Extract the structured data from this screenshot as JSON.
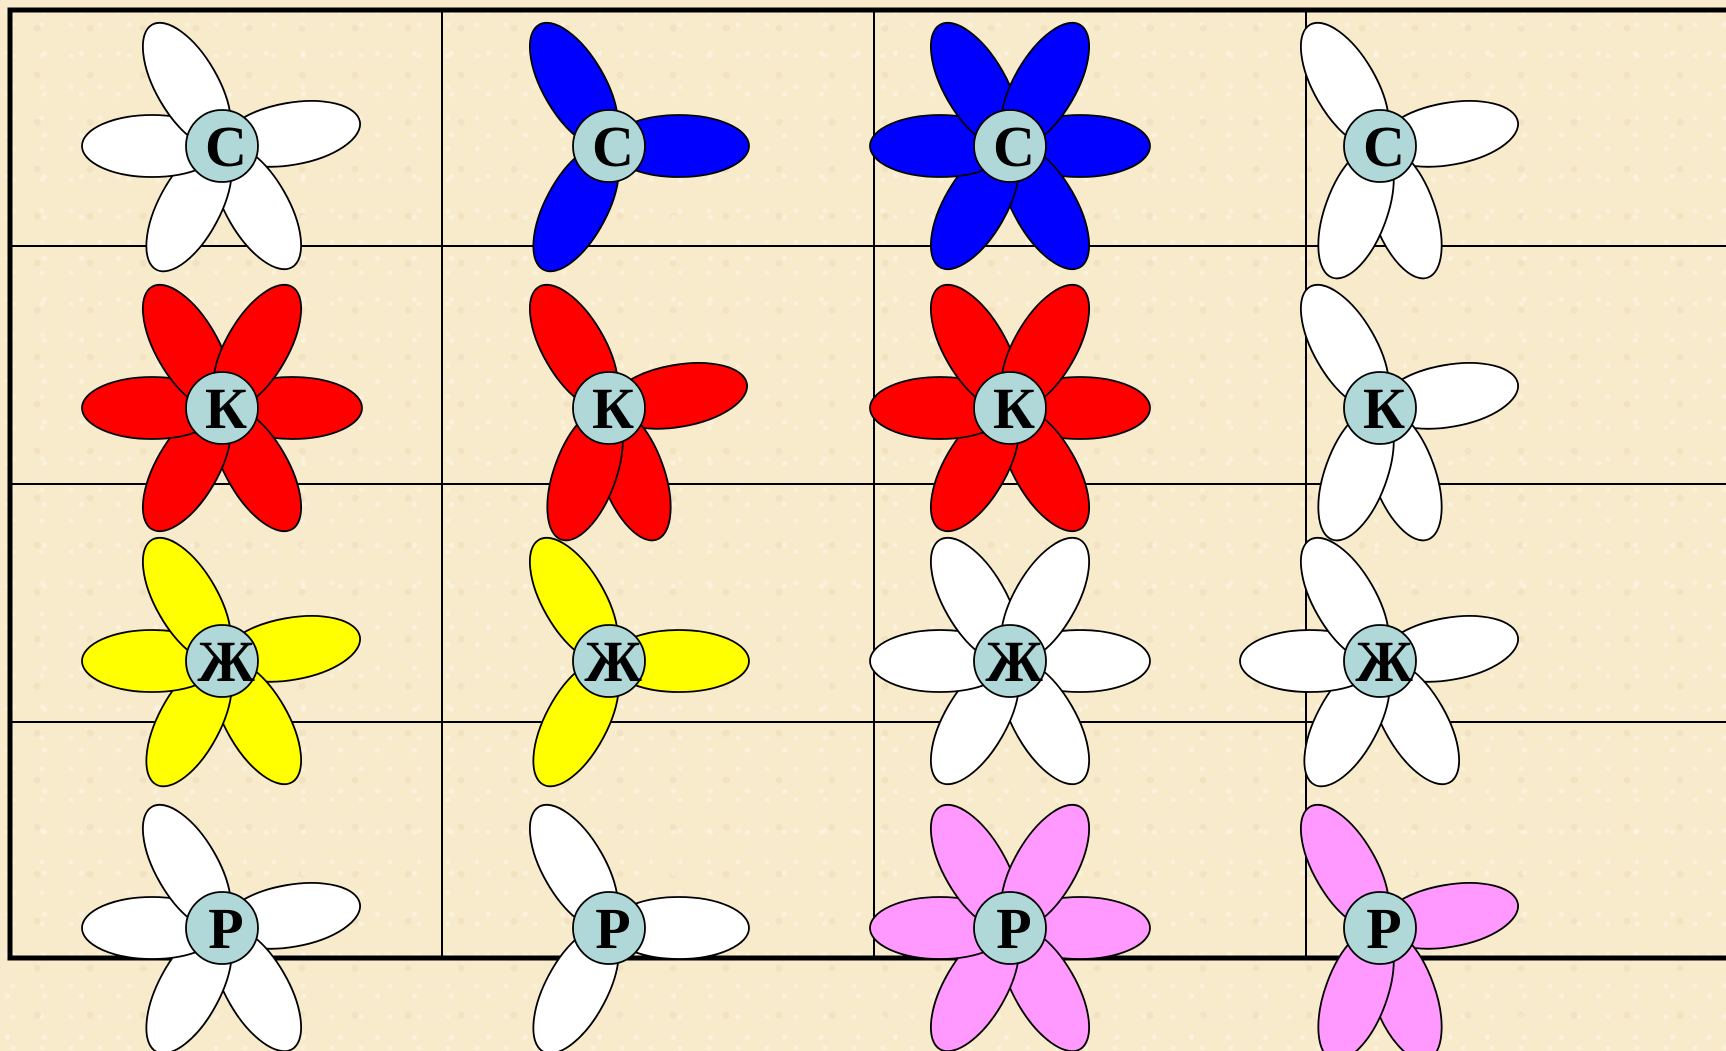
{
  "colors": {
    "white": "#ffffff",
    "blue": "#0000ff",
    "red": "#ff0000",
    "yellow": "#ffff00",
    "pink": "#ff99ff",
    "center": "#b0d8d8"
  },
  "flowers": [
    {
      "letter": "С",
      "color": "white",
      "petals": 5
    },
    {
      "letter": "С",
      "color": "blue",
      "petals": 3
    },
    {
      "letter": "С",
      "color": "blue",
      "petals": 6
    },
    {
      "letter": "С",
      "color": "white",
      "petals": 4
    },
    {
      "letter": "К",
      "color": "red",
      "petals": 6
    },
    {
      "letter": "К",
      "color": "red",
      "petals": 4
    },
    {
      "letter": "К",
      "color": "red",
      "petals": 6
    },
    {
      "letter": "К",
      "color": "white",
      "petals": 4
    },
    {
      "letter": "Ж",
      "color": "yellow",
      "petals": 5
    },
    {
      "letter": "Ж",
      "color": "yellow",
      "petals": 3
    },
    {
      "letter": "Ж",
      "color": "white",
      "petals": 6
    },
    {
      "letter": "Ж",
      "color": "white",
      "petals": 5
    },
    {
      "letter": "Р",
      "color": "white",
      "petals": 5
    },
    {
      "letter": "Р",
      "color": "white",
      "petals": 3
    },
    {
      "letter": "Р",
      "color": "pink",
      "petals": 6
    },
    {
      "letter": "Р",
      "color": "pink",
      "petals": 4
    }
  ]
}
